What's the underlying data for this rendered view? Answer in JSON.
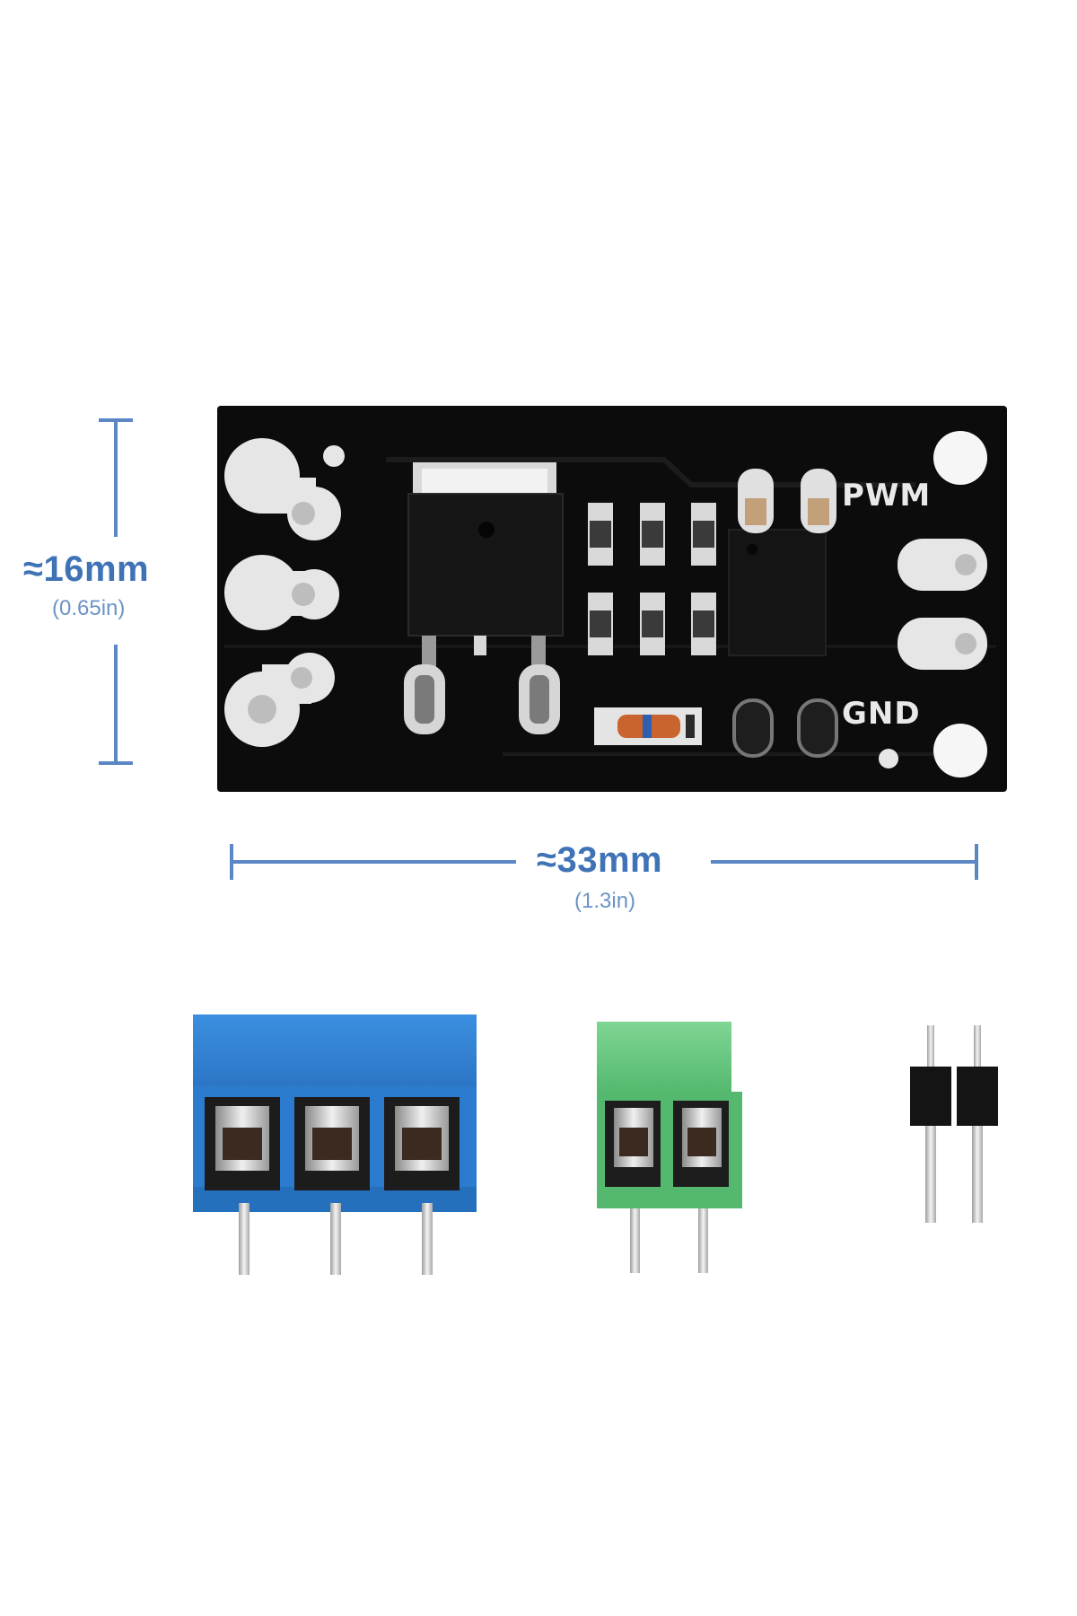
{
  "board": {
    "pwm_label": "PWM",
    "gnd_label": "GND"
  },
  "height_dimension": {
    "value": "≈16mm",
    "imperial": "(0.65in)"
  },
  "width_dimension": {
    "value": "≈33mm",
    "imperial": "(1.3in)"
  },
  "colors": {
    "background": "#ffffff",
    "dimension_line": "#5b88c4",
    "dimension_text": "#3f73b6",
    "pcb": "#0c0c0c",
    "pad": "#e6e6e6",
    "terminal_blue": "#2f7fd0",
    "terminal_green": "#5fc27a",
    "header_black": "#141414"
  },
  "accessories": [
    {
      "name": "3-pin screw terminal",
      "color": "blue"
    },
    {
      "name": "2-pin screw terminal",
      "color": "green"
    },
    {
      "name": "2-pin header",
      "color": "black"
    }
  ]
}
